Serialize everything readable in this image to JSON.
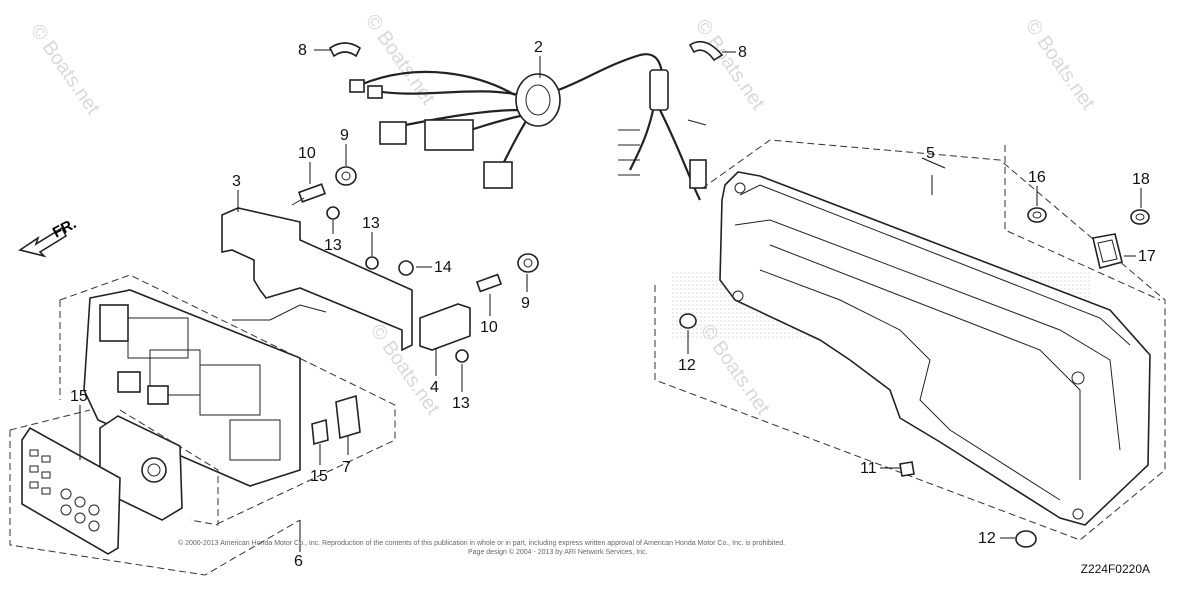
{
  "watermark_text": "© Boats.net",
  "direction_label": "FR.",
  "callouts": [
    "2",
    "3",
    "4",
    "5",
    "6",
    "7",
    "8",
    "9",
    "10",
    "11",
    "12",
    "13",
    "14",
    "15",
    "16",
    "17",
    "18"
  ],
  "copyright_line_1": "© 2000-2013 American Honda Motor Co., Inc. Reproduction of the contents of this publication in whole or in part, including express written approval of American Honda Motor Co., Inc. is prohibited.",
  "copyright_line_2": "Page design © 2004 - 2013 by ARI Network Services, Inc.",
  "diagram_code": "Z224F0220A"
}
